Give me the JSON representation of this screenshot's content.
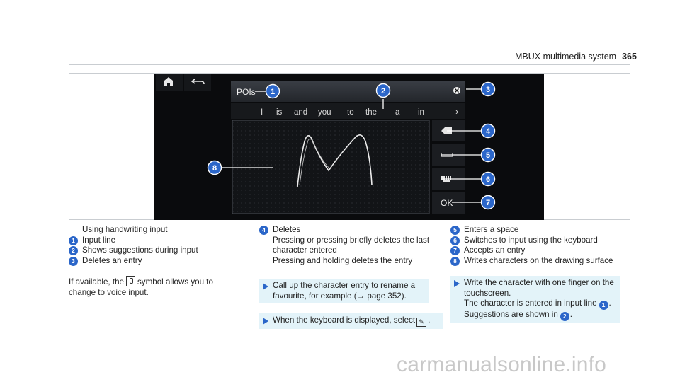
{
  "header": {
    "title": "MBUX multimedia system",
    "page_number": "365"
  },
  "screen": {
    "input_line_text": "POIs",
    "suggestions": [
      "I",
      "is",
      "and",
      "you",
      "to",
      "the",
      "a",
      "in"
    ],
    "suggestions_next": "›",
    "clear_icon": "close-circle-icon",
    "right_buttons": [
      {
        "icon": "backspace-icon"
      },
      {
        "icon": "space-bar-icon"
      },
      {
        "icon": "keyboard-icon"
      },
      {
        "label": "OK"
      }
    ],
    "callouts": [
      "1",
      "2",
      "3",
      "4",
      "5",
      "6",
      "7",
      "8"
    ],
    "colors": {
      "callout": "#2b66c9",
      "background": "#0a0b0d"
    }
  },
  "col1": {
    "caption": "Using handwriting input",
    "items": [
      {
        "num": "1",
        "text": "Input line"
      },
      {
        "num": "2",
        "text": "Shows suggestions during input"
      },
      {
        "num": "3",
        "text": "Deletes an entry"
      }
    ],
    "para_line1_a": "If available, the",
    "para_line1_b": "symbol allows you to",
    "para_line2": "change to voice input."
  },
  "col2": {
    "item4_num": "4",
    "item4_title": "Deletes",
    "item4_lines": [
      "Pressing or pressing briefly deletes the last",
      "character entered",
      "Pressing and holding deletes the entry"
    ],
    "step1_lines": [
      "Call up the character entry to rename a",
      "favourite, for example (→ page 352)."
    ],
    "step2_text": "When the keyboard is displayed, select",
    "step2_end": "."
  },
  "col3": {
    "items": [
      {
        "num": "5",
        "text": "Enters a space"
      },
      {
        "num": "6",
        "text": "Switches to input using the keyboard"
      },
      {
        "num": "7",
        "text": "Accepts an entry"
      },
      {
        "num": "8",
        "text": "Writes characters on the drawing surface"
      }
    ],
    "step_line1": "Write the character with one finger on the",
    "step_line2": "touchscreen.",
    "step_line3_a": "The character is entered in input line",
    "step_line3_num": "1",
    "step_line3_b": ".",
    "step_line4_a": "Suggestions are shown in",
    "step_line4_num": "2",
    "step_line4_b": "."
  },
  "watermark": "carmanualsonline.info"
}
